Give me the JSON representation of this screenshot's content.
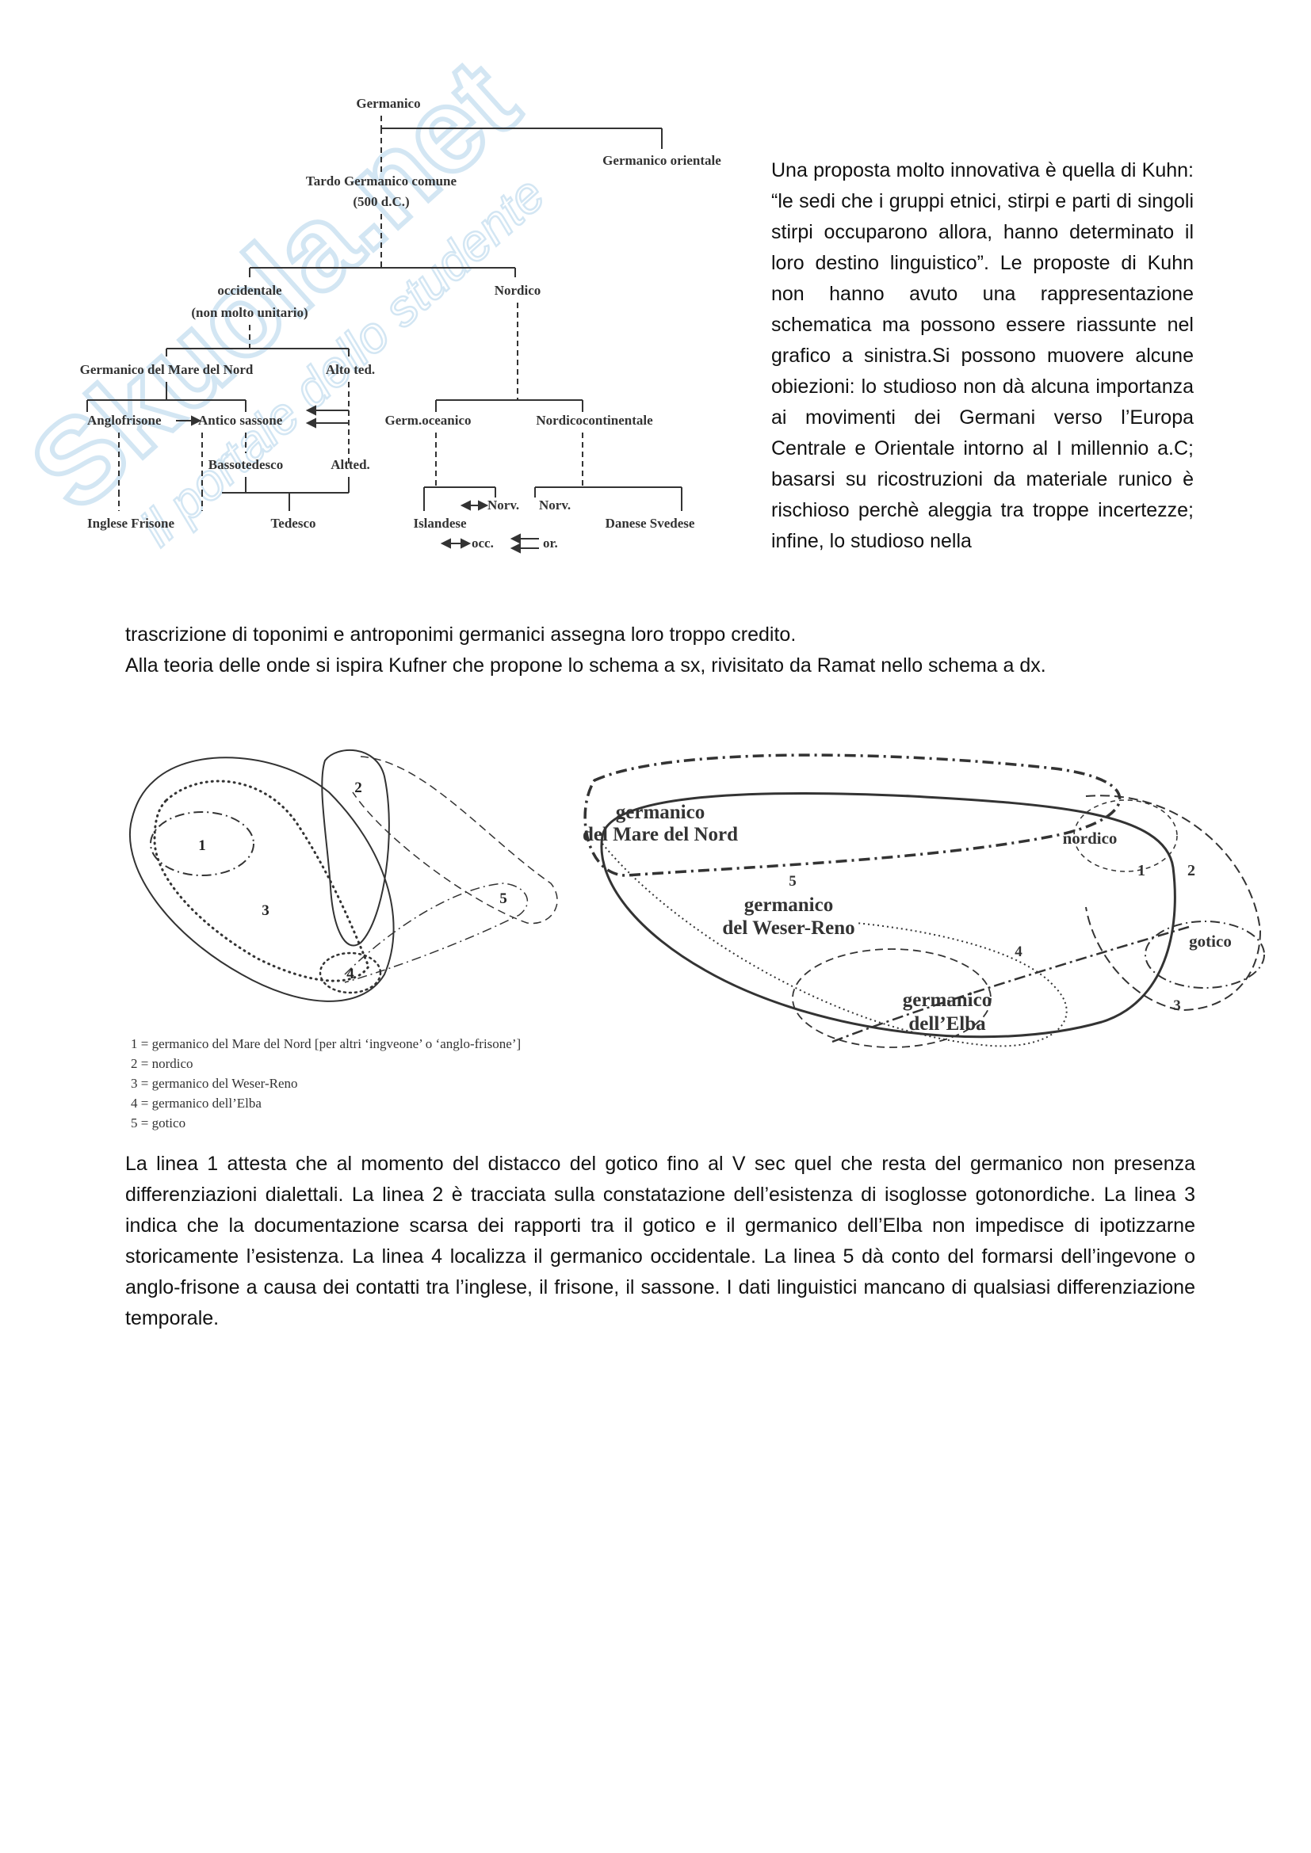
{
  "tree": {
    "germanico": "Germanico",
    "germanico_orientale": "Germanico orientale",
    "tardo_line1": "Tardo Germanico comune",
    "tardo_line2": "(500 d.C.)",
    "occidentale_line1": "occidentale",
    "occidentale_line2": "(non molto unitario)",
    "nordico": "Nordico",
    "mare_del_nord": "Germanico del Mare del Nord",
    "alto_ted": "Alto ted.",
    "anglofrisone": "Anglofrisone",
    "antico_sassone": "Antico sassone",
    "bassotedesco": "Bassotedesco",
    "altted": "Altted.",
    "inglese_frisone": "Inglese Frisone",
    "tedesco": "Tedesco",
    "germ_oceanico": "Germ.oceanico",
    "nordicocontinentale": "Nordicocontinentale",
    "norv_left": "Norv.",
    "norv_right": "Norv.",
    "islandese": "Islandese",
    "danese_svedese": "Danese Svedese",
    "occ": "occ.",
    "or": "or."
  },
  "watermark": {
    "brand": "Skuola.net",
    "tagline": "il portale dello studente",
    "brand_color": "#9fc9e6",
    "accent_color": "#f3e27a"
  },
  "paragraphs": {
    "kuhn": "Una proposta molto innovativa è quella di Kuhn: “le sedi che i gruppi etnici, stirpi e parti di singoli stirpi occuparono allora, hanno determinato il loro destino linguistico”. Le proposte di Kuhn non hanno avuto una rappresentazione schematica ma possono essere riassunte nel grafico a sinistra.Si possono muovere alcune obiezioni: lo studioso non dà alcuna importanza ai movimenti dei Germani verso l’Europa Centrale e Orientale intorno al I millennio a.C; basarsi su ricostruzioni da materiale runico è rischioso perchè aleggia tra troppe incertezze; infine, lo studioso nella",
    "kuhn_cont": "trascrizione di toponimi e antroponimi germanici assegna loro troppo credito.",
    "kufner": "Alla teoria delle onde si ispira Kufner che propone lo schema a sx, rivisitato da Ramat nello schema a dx.",
    "lines": "La linea 1 attesta che al momento del distacco del gotico fino al V sec quel che resta del germanico non presenza differenziazioni dialettali. La linea 2 è tracciata sulla constatazione dell’esistenza di isoglosse gotonordiche. La linea 3 indica che la documentazione scarsa dei rapporti tra il gotico e il germanico dell’Elba non impedisce di ipotizzarne storicamente l’esistenza. La linea 4 localizza il germanico occidentale. La linea 5 dà conto del formarsi dell’ingevone o anglo-frisone a causa dei contatti tra l’inglese, il frisone, il sassone. I dati linguistici mancano di qualsiasi differenziazione temporale."
  },
  "kufner_diagram": {
    "labels": [
      "1",
      "2",
      "3",
      "4",
      "5"
    ],
    "legend": [
      "1 = germanico del Mare del Nord [per altri ‘ingveone’ o ‘anglo-frisone’]",
      "2 = nordico",
      "3 = germanico del Weser-Reno",
      "4 = germanico dell’Elba",
      "5 = gotico"
    ]
  },
  "ramat_diagram": {
    "mare_line1": "germanico",
    "mare_line2": "del Mare del Nord",
    "nordico": "nordico",
    "weser_line1": "germanico",
    "weser_line2": "del Weser-Reno",
    "elba_line1": "germanico",
    "elba_line2": "dell’Elba",
    "gotico": "gotico",
    "n1": "1",
    "n2": "2",
    "n3": "3",
    "n4": "4",
    "n5": "5"
  }
}
